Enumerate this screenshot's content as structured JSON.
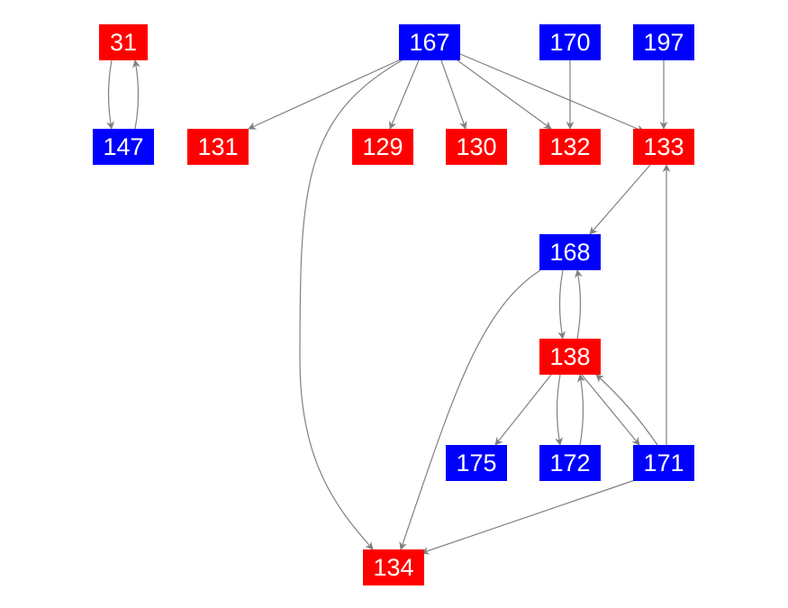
{
  "colors": {
    "red": "#ff0000",
    "blue": "#0000ff",
    "edge": "#808080"
  },
  "nodes": [
    {
      "id": "31",
      "color": "red"
    },
    {
      "id": "147",
      "color": "blue"
    },
    {
      "id": "167",
      "color": "blue"
    },
    {
      "id": "170",
      "color": "blue"
    },
    {
      "id": "197",
      "color": "blue"
    },
    {
      "id": "131",
      "color": "red"
    },
    {
      "id": "129",
      "color": "red"
    },
    {
      "id": "130",
      "color": "red"
    },
    {
      "id": "132",
      "color": "red"
    },
    {
      "id": "133",
      "color": "red"
    },
    {
      "id": "168",
      "color": "blue"
    },
    {
      "id": "138",
      "color": "red"
    },
    {
      "id": "175",
      "color": "blue"
    },
    {
      "id": "172",
      "color": "blue"
    },
    {
      "id": "171",
      "color": "blue"
    },
    {
      "id": "134",
      "color": "red"
    }
  ],
  "edges": [
    [
      "31",
      "147"
    ],
    [
      "147",
      "31"
    ],
    [
      "167",
      "131"
    ],
    [
      "167",
      "129"
    ],
    [
      "167",
      "130"
    ],
    [
      "167",
      "132"
    ],
    [
      "167",
      "133"
    ],
    [
      "167",
      "134"
    ],
    [
      "170",
      "132"
    ],
    [
      "197",
      "133"
    ],
    [
      "133",
      "168"
    ],
    [
      "168",
      "138"
    ],
    [
      "138",
      "168"
    ],
    [
      "168",
      "134"
    ],
    [
      "138",
      "175"
    ],
    [
      "138",
      "172"
    ],
    [
      "172",
      "138"
    ],
    [
      "138",
      "171"
    ],
    [
      "171",
      "138"
    ],
    [
      "171",
      "133"
    ],
    [
      "171",
      "134"
    ]
  ]
}
